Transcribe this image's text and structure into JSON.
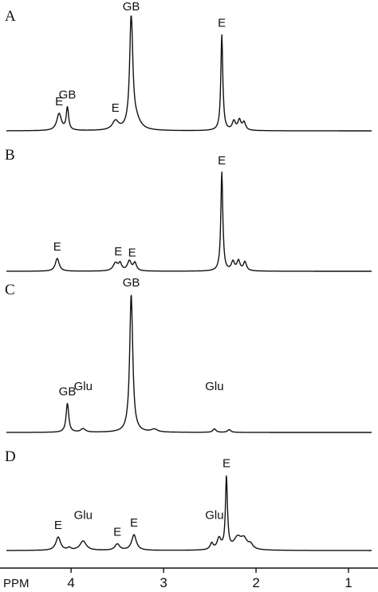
{
  "chart_data": {
    "type": "line",
    "xlabel": "PPM",
    "x_reversed": true,
    "xlim": [
      4.7,
      0.75
    ],
    "x_ticks": [
      4,
      3,
      2,
      1
    ],
    "grid": false,
    "panels": [
      {
        "label": "A",
        "baseline_ppm": [
          4.7,
          0.75
        ],
        "peaks": [
          {
            "ppm": 4.13,
            "height": 0.15,
            "width": 0.03
          },
          {
            "ppm": 4.04,
            "height": 0.2,
            "width": 0.015
          },
          {
            "ppm": 3.52,
            "height": 0.08,
            "width": 0.04
          },
          {
            "ppm": 3.35,
            "height": 1.0,
            "width": 0.02
          },
          {
            "ppm": 3.3,
            "height": 0.08,
            "width": 0.06
          },
          {
            "ppm": 2.37,
            "height": 0.85,
            "width": 0.013
          },
          {
            "ppm": 2.24,
            "height": 0.08,
            "width": 0.02
          },
          {
            "ppm": 2.18,
            "height": 0.09,
            "width": 0.02
          },
          {
            "ppm": 2.13,
            "height": 0.07,
            "width": 0.02
          }
        ],
        "annotations": [
          {
            "text": "E",
            "ppm": 4.13
          },
          {
            "text": "GB",
            "ppm": 4.04
          },
          {
            "text": "E",
            "ppm": 3.52
          },
          {
            "text": "GB",
            "ppm": 3.35
          },
          {
            "text": "E",
            "ppm": 2.37
          }
        ]
      },
      {
        "label": "B",
        "peaks": [
          {
            "ppm": 4.15,
            "height": 0.13,
            "width": 0.025
          },
          {
            "ppm": 3.52,
            "height": 0.08,
            "width": 0.03
          },
          {
            "ppm": 3.47,
            "height": 0.07,
            "width": 0.02
          },
          {
            "ppm": 3.37,
            "height": 0.1,
            "width": 0.025
          },
          {
            "ppm": 3.31,
            "height": 0.08,
            "width": 0.02
          },
          {
            "ppm": 2.37,
            "height": 1.0,
            "width": 0.013
          },
          {
            "ppm": 2.25,
            "height": 0.09,
            "width": 0.02
          },
          {
            "ppm": 2.19,
            "height": 0.1,
            "width": 0.02
          },
          {
            "ppm": 2.12,
            "height": 0.09,
            "width": 0.02
          }
        ],
        "annotations": [
          {
            "text": "E",
            "ppm": 4.15
          },
          {
            "text": "E",
            "ppm": 3.49
          },
          {
            "text": "E",
            "ppm": 3.34
          },
          {
            "text": "E",
            "ppm": 2.37
          }
        ]
      },
      {
        "label": "C",
        "peaks": [
          {
            "ppm": 4.04,
            "height": 0.21,
            "width": 0.017
          },
          {
            "ppm": 3.87,
            "height": 0.025,
            "width": 0.03
          },
          {
            "ppm": 3.35,
            "height": 1.0,
            "width": 0.02
          },
          {
            "ppm": 3.1,
            "height": 0.02,
            "width": 0.04
          },
          {
            "ppm": 2.45,
            "height": 0.025,
            "width": 0.02
          },
          {
            "ppm": 2.29,
            "height": 0.02,
            "width": 0.02
          }
        ],
        "annotations": [
          {
            "text": "GB",
            "ppm": 4.04
          },
          {
            "text": "Glu",
            "ppm": 3.87
          },
          {
            "text": "GB",
            "ppm": 3.35
          },
          {
            "text": "Glu",
            "ppm": 2.45
          }
        ]
      },
      {
        "label": "D",
        "peaks": [
          {
            "ppm": 4.14,
            "height": 0.17,
            "width": 0.03
          },
          {
            "ppm": 4.02,
            "height": 0.03,
            "width": 0.02
          },
          {
            "ppm": 3.87,
            "height": 0.12,
            "width": 0.04
          },
          {
            "ppm": 3.5,
            "height": 0.08,
            "width": 0.03
          },
          {
            "ppm": 3.32,
            "height": 0.2,
            "width": 0.03
          },
          {
            "ppm": 2.48,
            "height": 0.08,
            "width": 0.02
          },
          {
            "ppm": 2.4,
            "height": 0.14,
            "width": 0.025
          },
          {
            "ppm": 2.32,
            "height": 0.92,
            "width": 0.013
          },
          {
            "ppm": 2.2,
            "height": 0.15,
            "width": 0.05
          },
          {
            "ppm": 2.13,
            "height": 0.12,
            "width": 0.04
          },
          {
            "ppm": 2.06,
            "height": 0.06,
            "width": 0.03
          }
        ],
        "annotations": [
          {
            "text": "E",
            "ppm": 4.14
          },
          {
            "text": "Glu",
            "ppm": 3.87
          },
          {
            "text": "E",
            "ppm": 3.5
          },
          {
            "text": "E",
            "ppm": 3.32
          },
          {
            "text": "Glu",
            "ppm": 2.45
          },
          {
            "text": "E",
            "ppm": 2.32
          }
        ]
      }
    ]
  }
}
